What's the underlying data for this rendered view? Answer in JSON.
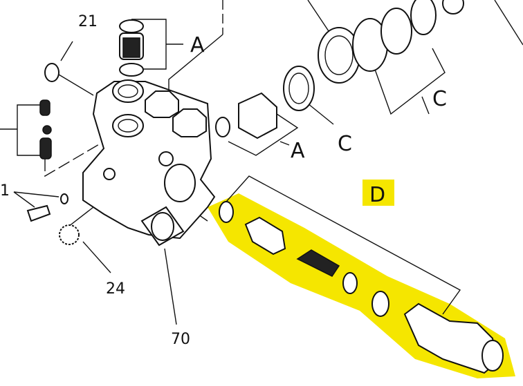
{
  "diagram": {
    "labels": {
      "part_21": "21",
      "group_a_top": "A",
      "group_a_mid": "A",
      "group_c_mid": "C",
      "group_c_right": "C",
      "part_1": "1",
      "part_24": "24",
      "part_70": "70",
      "group_d": "D"
    },
    "colors": {
      "highlight": "#f5e600",
      "line": "#111111"
    }
  }
}
